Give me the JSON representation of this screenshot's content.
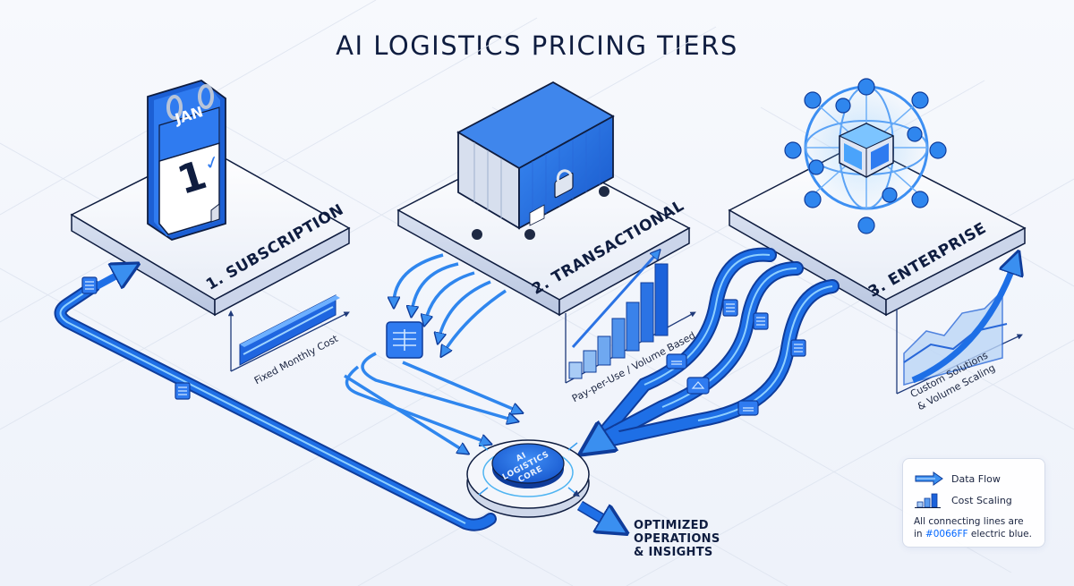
{
  "title": "AI LOGISTICS PRICING TIERS",
  "tiers": [
    {
      "number": "1",
      "label": "1. SUBSCRIPTION",
      "icon": "calendar-icon",
      "icon_text": {
        "month": "JAN",
        "day": "1"
      },
      "chart_label": "Fixed Monthly Cost",
      "chart_type": "flat-bar"
    },
    {
      "number": "2",
      "label": "2. TRANSACTIONAL",
      "icon": "shipping-container-lock-icon",
      "chart_label": "Pay-per-Use / Volume Based",
      "chart_type": "ascending-bars"
    },
    {
      "number": "3",
      "label": "3. ENTERPRISE",
      "icon": "network-sphere-cube-icon",
      "chart_label_line1": "Custom Solutions",
      "chart_label_line2": "& Volume Scaling",
      "chart_type": "curved-growth-arrow"
    }
  ],
  "core": {
    "line1": "AI",
    "line2": "LOGISTICS",
    "line3": "CORE"
  },
  "output": {
    "line1": "OPTIMIZED",
    "line2": "OPERATIONS",
    "line3": "& INSIGHTS"
  },
  "legend": {
    "items": [
      {
        "icon": "arrow-right-icon",
        "label": "Data Flow"
      },
      {
        "icon": "bar-chart-icon",
        "label": "Cost Scaling"
      }
    ],
    "note_prefix": "All connecting lines are",
    "note_in": "in",
    "note_hex": "#0066FF",
    "note_suffix": "electric blue."
  },
  "colors": {
    "accent": "#0066FF",
    "flow_blue": "#1e6fe6",
    "flow_highlight": "#7cc4ff",
    "outline": "#0f1d40",
    "platform": "#f4f6fb",
    "background": "#f3f6fc"
  }
}
